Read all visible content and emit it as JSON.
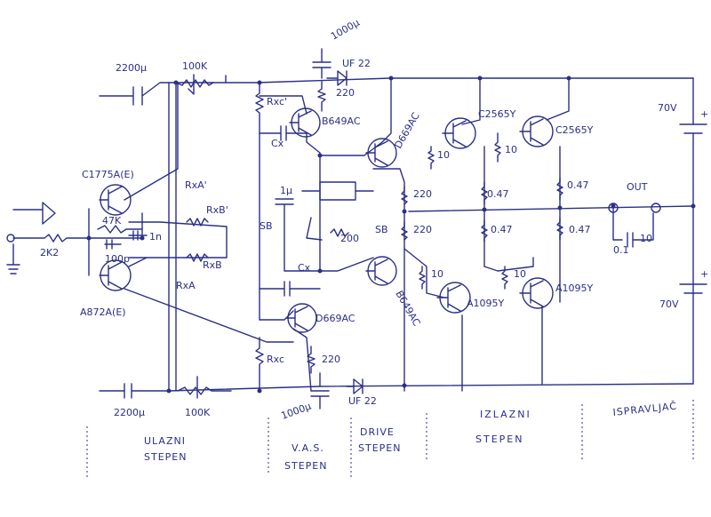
{
  "labels": {
    "c_in_top": "2200µ",
    "pot_top": "100K",
    "c_sup_top": "1000µ",
    "diode_top": "UF 22",
    "r_220_top": "220",
    "rxc_top": "Rxc'",
    "q_b649": "B649AC",
    "q_c1775": "C1775A(E)",
    "rxa_top": "RxA'",
    "cx_top": "Cx",
    "q_d669_top": "D669AC",
    "q_c2565_1": "C2565Y",
    "q_c2565_2": "C2565Y",
    "r10_a": "10",
    "r10_b": "10",
    "v_top": "70V",
    "plus_top": "+",
    "c_1u": "1µ",
    "r_220_mid1": "220",
    "r_047_a": "0.47",
    "r_047_b": "0.47",
    "out": "OUT",
    "rxb_top": "RxB'",
    "r_47k": "47K",
    "c_1n": "1n",
    "r_2k2": "2K2",
    "c_100p": "100p",
    "rxb_bot": "RxB",
    "sb_left": "SB",
    "r_200": "200",
    "sb_right": "SB",
    "r_220_mid2": "220",
    "r_047_c": "0.47",
    "r_047_d": "0.47",
    "c_0_1": "0.1",
    "r_out_10": "10",
    "r_10_c": "10",
    "r_10_d": "10",
    "q_a872": "A872A(E)",
    "rxa_bot": "RxA",
    "cx_bot": "Cx",
    "q_d669_mid": "D669AC",
    "q_b649_bot": "B649AC",
    "q_a1095_1": "A1095Y",
    "q_a1095_2": "A1095Y",
    "v_bot": "70V",
    "plus_bot": "+",
    "rxc_bot": "Rxc",
    "r_220_bot": "220",
    "c_in_bot": "2200µ",
    "pot_bot": "100K",
    "c_sup_bot": "1000µ",
    "diode_bot": "UF 22"
  },
  "sections": [
    "ULAZNI STEPEN",
    "V.A.S. STEPEN",
    "DRIVE STEPEN",
    "IZLAZNI STEPEN",
    "ISPRAVLJAČ"
  ],
  "colors": {
    "ink": "#2a2f86",
    "paper": "#ffffff"
  }
}
